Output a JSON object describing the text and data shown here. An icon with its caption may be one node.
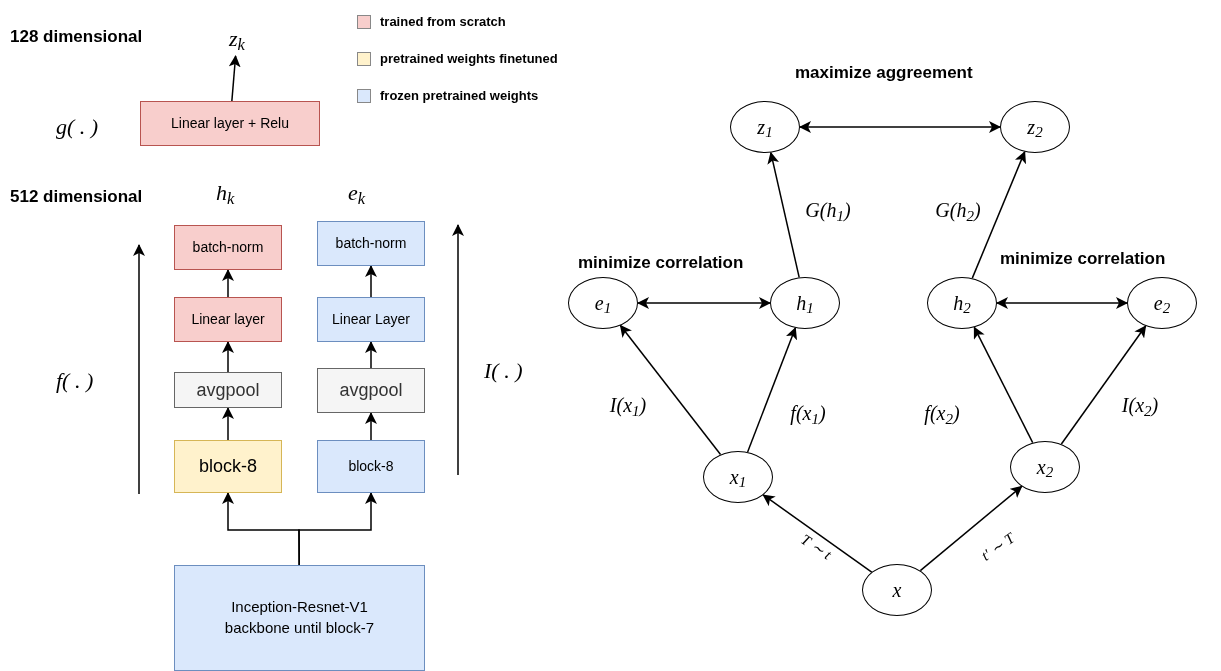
{
  "diagram": {
    "nodes": [
      {
        "text": [
          "z$_{k}$"
        ]
      },
      {
        "text": [
          "Linear layer + Relu"
        ]
      },
      {
        "text": [
          "batch-norm"
        ]
      },
      {
        "text": [
          "Linear layer"
        ]
      },
      {
        "text": [
          "avgpool"
        ]
      },
      {
        "text": [
          "block-8"
        ]
      },
      {
        "text": [
          "batch-norm"
        ]
      },
      {
        "text": [
          "Linear Layer"
        ]
      },
      {
        "text": [
          "avgpool"
        ]
      },
      {
        "text": [
          "block-8"
        ]
      },
      {
        "text": [
          "Inception-Resnet-V1 backbone until block-7"
        ]
      },
      {
        "text": [
          "z$_{1}$"
        ]
      },
      {
        "text": [
          "z$_{2}$"
        ]
      },
      {
        "text": [
          "e$_{1}$"
        ]
      },
      {
        "text": [
          "h$_{1}$"
        ]
      },
      {
        "text": [
          "h$_{2}$"
        ]
      },
      {
        "text": [
          "e$_{2}$"
        ]
      },
      {
        "text": [
          "x$_{1}$"
        ]
      },
      {
        "text": [
          "x$_{2}$"
        ]
      },
      {
        "text": [
          "x"
        ]
      }
    ],
    "edges": [
      {
        "from": 1,
        "to": 0,
        "arrow": "to"
      },
      {
        "from": 3,
        "to": 2,
        "arrow": "to"
      },
      {
        "from": 4,
        "to": 3,
        "arrow": "to"
      },
      {
        "from": 5,
        "to": 4,
        "arrow": "to"
      },
      {
        "from": 10,
        "to": 5,
        "arrow": "to"
      },
      {
        "from": 7,
        "to": 6,
        "arrow": "to"
      },
      {
        "from": 8,
        "to": 7,
        "arrow": "to"
      },
      {
        "from": 9,
        "to": 8,
        "arrow": "to"
      },
      {
        "from": 10,
        "to": 9,
        "arrow": "to"
      },
      {
        "from": 11,
        "to": 12,
        "arrow": "both"
      },
      {
        "from": 14,
        "to": 11,
        "arrow": "to",
        "label": "G(h$_{1}$)"
      },
      {
        "from": 15,
        "to": 12,
        "arrow": "to",
        "label": "G(h$_{2}$)"
      },
      {
        "from": 13,
        "to": 14,
        "arrow": "both"
      },
      {
        "from": 15,
        "to": 16,
        "arrow": "both"
      },
      {
        "from": 17,
        "to": 13,
        "arrow": "to",
        "label": "I(x$_{1}$)"
      },
      {
        "from": 17,
        "to": 14,
        "arrow": "to",
        "label": "f(x$_{1}$)"
      },
      {
        "from": 18,
        "to": 15,
        "arrow": "to",
        "label": "f(x$_{2}$)"
      },
      {
        "from": 18,
        "to": 16,
        "arrow": "to",
        "label": "I(x$_{2}$)"
      },
      {
        "from": 19,
        "to": 17,
        "arrow": "to",
        "label": "T ∼ t"
      },
      {
        "from": 19,
        "to": 18,
        "arrow": "to",
        "label": "t′ ∼ T"
      }
    ],
    "labels": [
      "128 dimensional",
      "g( . )",
      "512 dimensional",
      "h$_{k}$",
      "e$_{k}$",
      "f( . )",
      "I( . )",
      "maximize aggreement",
      "minimize correlation",
      "minimize correlation"
    ],
    "legend": [
      {
        "text": "trained from scratch",
        "color": "#f8cecc"
      },
      {
        "text": "pretrained weights finetuned",
        "color": "#fff2cc"
      },
      {
        "text": "frozen pretrained weights",
        "color": "#dae8fc"
      }
    ]
  }
}
